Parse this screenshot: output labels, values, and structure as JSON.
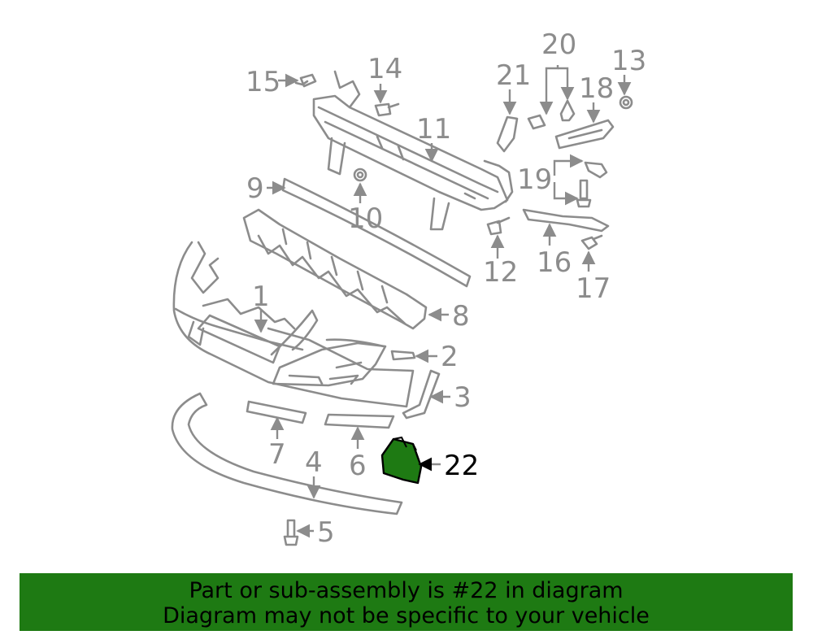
{
  "diagram": {
    "highlight_color": "#1e7a13",
    "line_color": "#8c8c8c",
    "callouts": [
      "1",
      "2",
      "3",
      "4",
      "5",
      "6",
      "7",
      "8",
      "9",
      "10",
      "11",
      "12",
      "13",
      "14",
      "15",
      "16",
      "17",
      "18",
      "19",
      "20",
      "21",
      "22"
    ],
    "highlighted_part": "22"
  },
  "banner": {
    "line1": "Part or sub-assembly is #22 in diagram",
    "line2": "Diagram may not be specific to your vehicle",
    "background": "#1e7a13"
  }
}
